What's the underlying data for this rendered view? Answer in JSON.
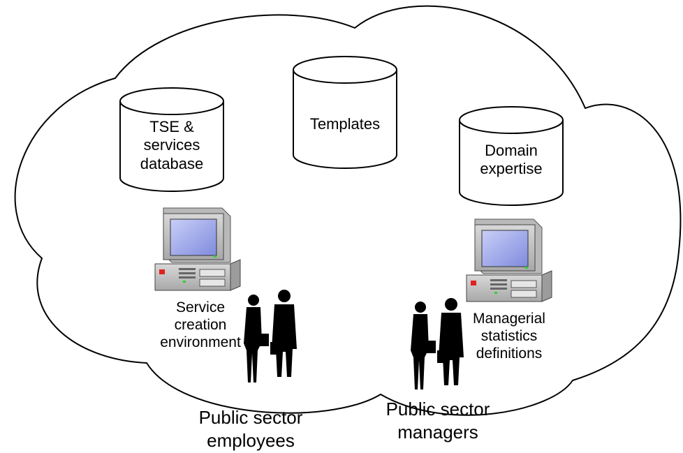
{
  "databases": {
    "tse": {
      "line1": "TSE &",
      "line2": "services",
      "line3": "database"
    },
    "templates": {
      "line1": "Templates"
    },
    "domain": {
      "line1": "Domain",
      "line2": "expertise"
    }
  },
  "computers": {
    "service": {
      "line1": "Service",
      "line2": "creation",
      "line3": "environment"
    },
    "managerial": {
      "line1": "Managerial",
      "line2": "statistics",
      "line3": "definitions"
    }
  },
  "groups": {
    "employees": {
      "line1": "Public sector",
      "line2": "employees"
    },
    "managers": {
      "line1": "Public sector",
      "line2": "managers"
    }
  },
  "colors": {
    "stroke": "#000000",
    "monitor_body": "#c8c8c8",
    "screen": "#9aa4e8",
    "led_green": "#2fd12f",
    "led_red": "#e02020",
    "silhouette": "#000000"
  },
  "icons": [
    "cloud-shape",
    "database-cylinder-icon",
    "computer-icon",
    "businesspeople-silhouette-icon"
  ]
}
